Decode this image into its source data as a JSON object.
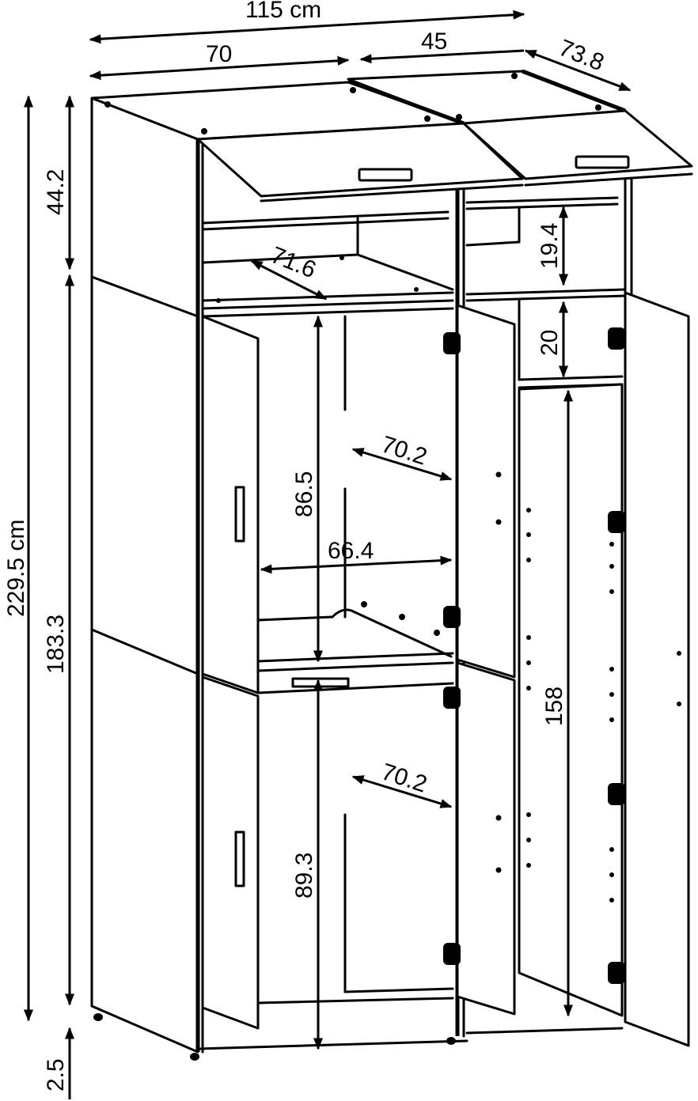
{
  "diagram": {
    "subject": "Wardrobe with top storage compartments, dimension drawing",
    "units": "cm",
    "colors": {
      "line": "#000000",
      "background": "#ffffff"
    },
    "dimensions": {
      "total_width": "115 cm",
      "left_section_width": "70",
      "right_section_width": "45",
      "depth": "73.8",
      "top_section_height": "44.2",
      "total_height": "229.5 cm",
      "main_body_height": "183.3",
      "plinth_height": "2.5",
      "top_inner_depth": "71.6",
      "right_top_compartment_height": "19.4",
      "right_upper_shelf_height": "20",
      "upper_inner_depth": "70.2",
      "upper_compartment_height": "86.5",
      "inner_width": "66.4",
      "lower_inner_depth": "70.2",
      "lower_compartment_height": "89.3",
      "hanging_height": "158"
    }
  }
}
